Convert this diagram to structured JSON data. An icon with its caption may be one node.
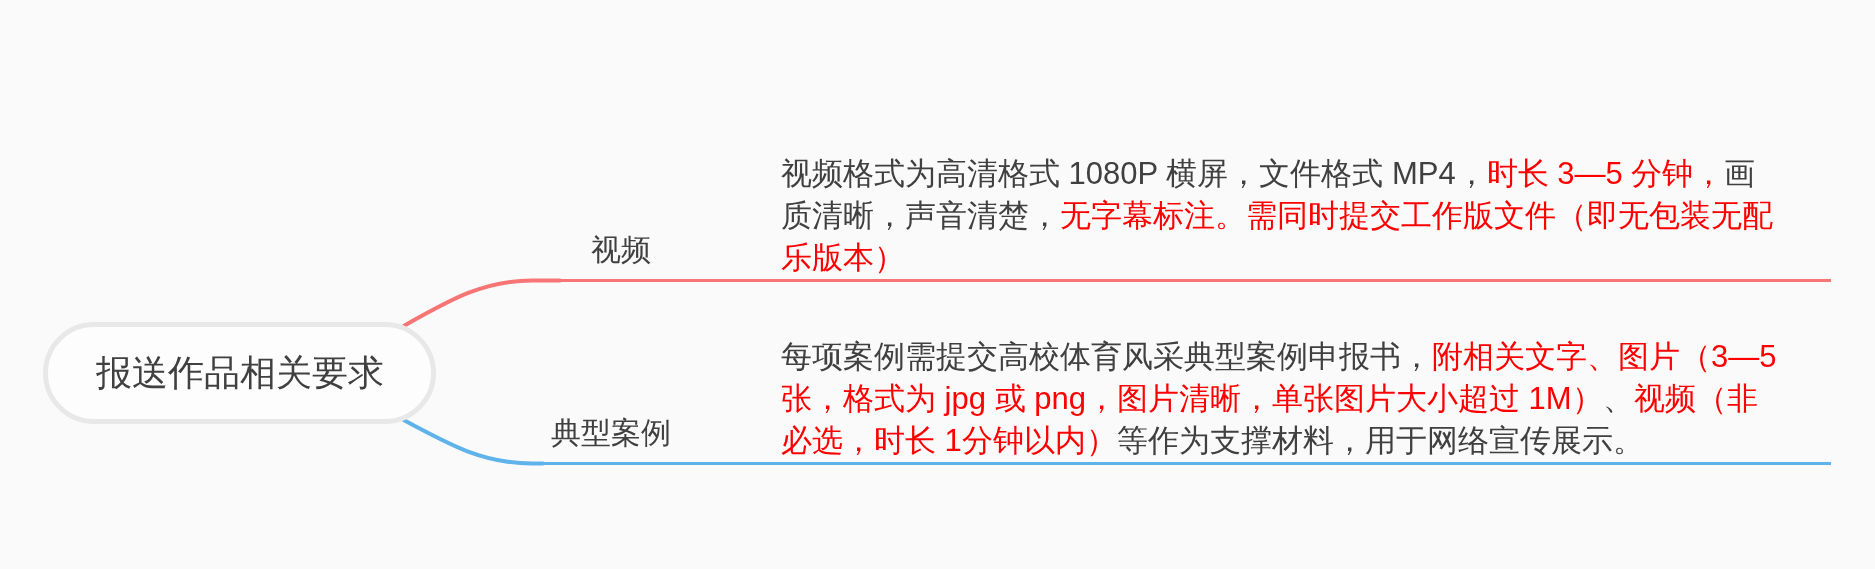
{
  "diagram": {
    "nodes": [
      {
        "text": [
          "报送作品相关要求"
        ]
      },
      {
        "text": [
          "视频"
        ]
      },
      {
        "text": [
          "视频格式为高清格式 1080P 横屏，文件格式 MP4，**时长 3—5 分钟，**画质清晰，声音清楚，**无字幕标注。需同时提交工作版文件（即无包装无配乐版本）**"
        ]
      },
      {
        "text": [
          "典型案例"
        ]
      },
      {
        "text": [
          "每项案例需提交高校体育风采典型案例申报书，**附相关文字、图片（3—5张，格式为 jpg 或 png，图片清晰，单张图片大小超过 1M）**、**视频（非必选，时长 1分钟以内）**等作为支撑材料，用于网络宣传展示。"
        ]
      }
    ],
    "edges": [
      {
        "from": 0,
        "to": 1,
        "arrow": "none",
        "color": "#f87575"
      },
      {
        "from": 1,
        "to": 2,
        "arrow": "none",
        "color": "#f87575"
      },
      {
        "from": 0,
        "to": 3,
        "arrow": "none",
        "color": "#5db3ea"
      },
      {
        "from": 3,
        "to": 4,
        "arrow": "none",
        "color": "#5db3ea"
      }
    ]
  }
}
